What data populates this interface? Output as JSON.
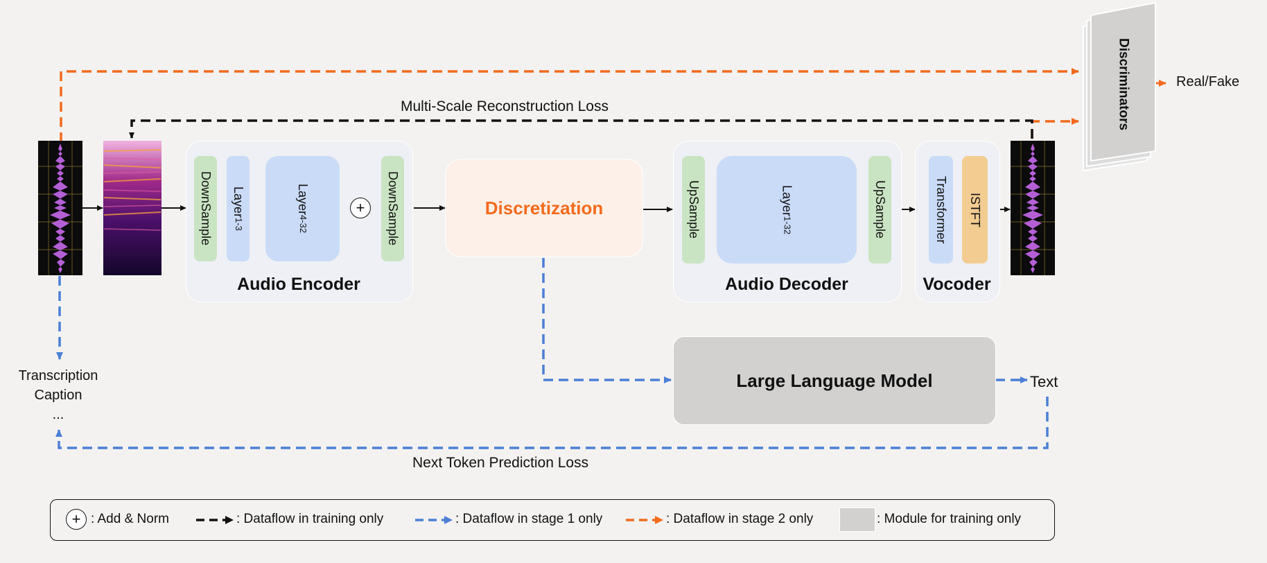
{
  "encoder": {
    "downsample_left": "DownSample",
    "layer_a": "Layer",
    "layer_a_sub": "1-3",
    "layer_b": "Layer",
    "layer_b_sub": "4-32",
    "downsample_right": "DownSample",
    "title": "Audio Encoder"
  },
  "discretization": "Discretization",
  "decoder": {
    "upsample_left": "UpSample",
    "layer": "Layer",
    "layer_sub": "1-32",
    "upsample_right": "UpSample",
    "title": "Audio Decoder"
  },
  "vocoder": {
    "transformer": "Transformer",
    "istft": "ISTFT",
    "title": "Vocoder"
  },
  "discriminators": "Discriminators",
  "real_fake": "Real/Fake",
  "multi_scale_loss": "Multi-Scale Reconstruction Loss",
  "llm": "Large Language Model",
  "text_output": "Text",
  "transcription": [
    "Transcription",
    "Caption",
    "..."
  ],
  "next_token_loss": "Next Token Prediction Loss",
  "legend": {
    "add_norm": ": Add & Norm",
    "training_only": ": Dataflow in training only",
    "stage1": ": Dataflow in stage 1 only",
    "stage2": ": Dataflow in stage 2 only",
    "module_training": ": Module for training only"
  },
  "colors": {
    "orange": "#f26b1d",
    "blue_dash": "#4a7fd6",
    "black_dash": "#111111",
    "gray_module": "#d2d1d0"
  }
}
